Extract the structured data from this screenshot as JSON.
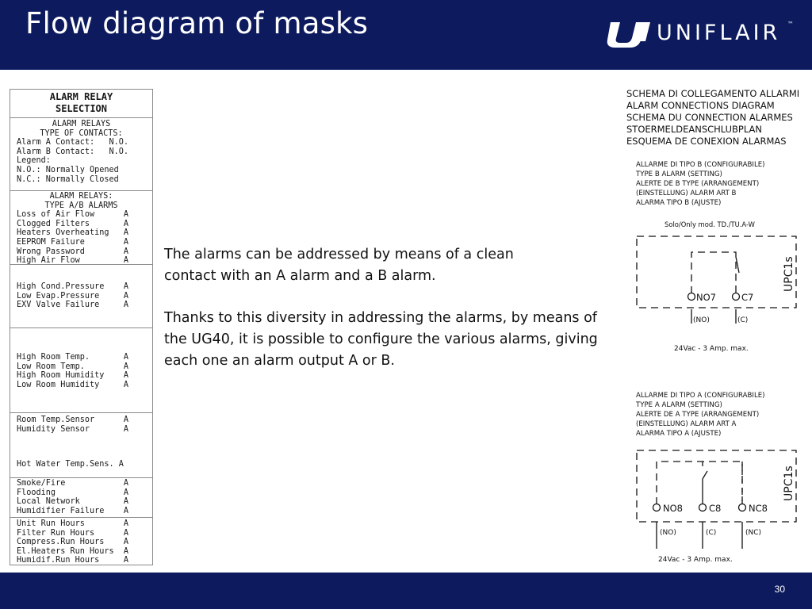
{
  "header": {
    "title": "Flow diagram of masks",
    "logo_text": "UNIFLAIR",
    "logo_tm": "™"
  },
  "table": {
    "title_lines": [
      "ALARM RELAY",
      "SELECTION"
    ],
    "contacts_lines": [
      "ALARM RELAYS",
      "TYPE OF CONTACTS:",
      "Alarm A Contact:   N.O.",
      "Alarm B Contact:   N.O.",
      "",
      "Legend:",
      "N.O.: Normally Opened",
      "N.C.: Normally Closed"
    ],
    "types_header": [
      "ALARM RELAYS:",
      "TYPE A/B ALARMS"
    ],
    "group1": [
      "Loss of Air Flow      A",
      "Clogged Filters       A",
      "Heaters Overheating   A",
      "EEPROM Failure        A",
      "Wrong Password        A",
      "High Air Flow         A"
    ],
    "group2": [
      "High Cond.Pressure    A",
      "Low Evap.Pressure     A",
      "EXV Valve Failure     A"
    ],
    "group3": [
      "High Room Temp.       A",
      "Low Room Temp.        A",
      "High Room Humidity    A",
      "Low Room Humidity     A"
    ],
    "group4a": [
      "Room Temp.Sensor      A",
      "Humidity Sensor       A"
    ],
    "group4b": [
      "Hot Water Temp.Sens. A"
    ],
    "group5": [
      "Smoke/Fire            A",
      "Flooding              A",
      "Local Network         A",
      "Humidifier Failure    A"
    ],
    "group6": [
      "Unit Run Hours        A",
      "Filter Run Hours      A",
      "Compress.Run Hours    A",
      "El.Heaters Run Hours  A",
      "Humidif.Run Hours     A"
    ]
  },
  "body": {
    "paragraph1": "The alarms can be addressed by means of a clean contact with an A alarm and a B alarm.",
    "paragraph2": "Thanks to this diversity in addressing the alarms, by means of the UG40, it is possible to configure the various alarms, giving each one an alarm output A or B."
  },
  "diagram": {
    "heading_lines": [
      "SCHEMA DI COLLEGAMENTO ALLARMI",
      "ALARM CONNECTIONS DIAGRAM",
      "SCHEMA DU CONNECTION ALARMES",
      "STOERMELDEANSCHLUBPLAN",
      "ESQUEMA DE CONEXION ALARMAS"
    ],
    "b_lines": [
      "ALLARME DI TIPO B (CONFIGURABILE)",
      "TYPE B ALARM (SETTING)",
      "ALERTE DE B TYPE (ARRANGEMENT)",
      "(EINSTELLUNG) ALARM ART B",
      "ALARMA TIPO B (AJUSTE)"
    ],
    "b_model": "Solo/Only mod. TD./TU.A-W",
    "b_controller": "UPC1s",
    "b_terminals": [
      "NO7",
      "C7"
    ],
    "b_codes": [
      "(NO)",
      "(C)"
    ],
    "b_rating": "24Vac - 3 Amp. max.",
    "a_lines": [
      "ALLARME DI TIPO A (CONFIGURABILE)",
      "TYPE A ALARM (SETTING)",
      "ALERTE DE A TYPE (ARRANGEMENT)",
      "(EINSTELLUNG) ALARM ART A",
      "ALARMA TIPO A (AJUSTE)"
    ],
    "a_controller": "UPC1s",
    "a_terminals": [
      "NO8",
      "C8",
      "NC8"
    ],
    "a_codes": [
      "(NO)",
      "(C)",
      "(NC)"
    ],
    "a_rating": "24Vac - 3 Amp. max."
  },
  "footer": {
    "page_number": "30"
  }
}
